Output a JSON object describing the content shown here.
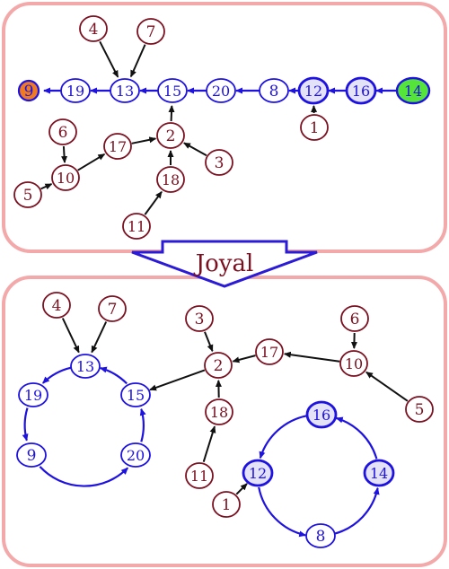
{
  "transform_label": "Joyal",
  "colors": {
    "frame": "#f3a9a9",
    "blue": "#1e12e0",
    "maroon": "#7a1020",
    "black": "#111111",
    "start_fill": "#f07a22",
    "end_fill": "#55e43a",
    "spine_fill": "#e4e2f6",
    "arrow_fill": "#ffffff",
    "arrow_stroke": "#2b1bd6",
    "white": "#ffffff"
  },
  "top_panel": {
    "nodes": [
      {
        "id": "9",
        "kind": "start"
      },
      {
        "id": "19",
        "kind": "blue"
      },
      {
        "id": "13",
        "kind": "blue"
      },
      {
        "id": "15",
        "kind": "blue"
      },
      {
        "id": "20",
        "kind": "blue"
      },
      {
        "id": "8",
        "kind": "blue"
      },
      {
        "id": "12",
        "kind": "blue-thick"
      },
      {
        "id": "16",
        "kind": "blue-thick"
      },
      {
        "id": "14",
        "kind": "end"
      },
      {
        "id": "4",
        "kind": "maroon"
      },
      {
        "id": "7",
        "kind": "maroon"
      },
      {
        "id": "1",
        "kind": "maroon"
      },
      {
        "id": "2",
        "kind": "maroon"
      },
      {
        "id": "17",
        "kind": "maroon"
      },
      {
        "id": "3",
        "kind": "maroon"
      },
      {
        "id": "18",
        "kind": "maroon"
      },
      {
        "id": "11",
        "kind": "maroon"
      },
      {
        "id": "10",
        "kind": "maroon"
      },
      {
        "id": "6",
        "kind": "maroon"
      },
      {
        "id": "5",
        "kind": "maroon"
      }
    ],
    "edges": [
      {
        "from": "14",
        "to": "16",
        "kind": "blue"
      },
      {
        "from": "16",
        "to": "12",
        "kind": "blue"
      },
      {
        "from": "12",
        "to": "8",
        "kind": "blue"
      },
      {
        "from": "8",
        "to": "20",
        "kind": "blue"
      },
      {
        "from": "20",
        "to": "15",
        "kind": "blue"
      },
      {
        "from": "15",
        "to": "13",
        "kind": "blue"
      },
      {
        "from": "13",
        "to": "19",
        "kind": "blue"
      },
      {
        "from": "19",
        "to": "9",
        "kind": "blue"
      },
      {
        "from": "4",
        "to": "13",
        "kind": "black"
      },
      {
        "from": "7",
        "to": "13",
        "kind": "black"
      },
      {
        "from": "1",
        "to": "12",
        "kind": "black"
      },
      {
        "from": "2",
        "to": "15",
        "kind": "black"
      },
      {
        "from": "17",
        "to": "2",
        "kind": "black"
      },
      {
        "from": "3",
        "to": "2",
        "kind": "black"
      },
      {
        "from": "18",
        "to": "2",
        "kind": "black"
      },
      {
        "from": "11",
        "to": "18",
        "kind": "black"
      },
      {
        "from": "10",
        "to": "17",
        "kind": "black"
      },
      {
        "from": "6",
        "to": "10",
        "kind": "black"
      },
      {
        "from": "5",
        "to": "10",
        "kind": "black"
      }
    ]
  },
  "bottom_panel": {
    "nodes": [
      {
        "id": "13",
        "kind": "blue"
      },
      {
        "id": "19",
        "kind": "blue"
      },
      {
        "id": "9",
        "kind": "blue"
      },
      {
        "id": "20",
        "kind": "blue"
      },
      {
        "id": "15",
        "kind": "blue"
      },
      {
        "id": "4",
        "kind": "maroon"
      },
      {
        "id": "7",
        "kind": "maroon"
      },
      {
        "id": "3",
        "kind": "maroon"
      },
      {
        "id": "2",
        "kind": "maroon"
      },
      {
        "id": "17",
        "kind": "maroon"
      },
      {
        "id": "18",
        "kind": "maroon"
      },
      {
        "id": "11",
        "kind": "maroon"
      },
      {
        "id": "6",
        "kind": "maroon"
      },
      {
        "id": "10",
        "kind": "maroon"
      },
      {
        "id": "5",
        "kind": "maroon"
      },
      {
        "id": "16",
        "kind": "blue-thick"
      },
      {
        "id": "12",
        "kind": "blue-thick"
      },
      {
        "id": "14",
        "kind": "blue-thick"
      },
      {
        "id": "8",
        "kind": "blue"
      },
      {
        "id": "1",
        "kind": "maroon"
      }
    ],
    "edges": [
      {
        "from": "4",
        "to": "13",
        "kind": "black"
      },
      {
        "from": "7",
        "to": "13",
        "kind": "black"
      },
      {
        "from": "3",
        "to": "2",
        "kind": "black"
      },
      {
        "from": "2",
        "to": "15",
        "kind": "black"
      },
      {
        "from": "17",
        "to": "2",
        "kind": "black"
      },
      {
        "from": "18",
        "to": "2",
        "kind": "black"
      },
      {
        "from": "11",
        "to": "18",
        "kind": "black"
      },
      {
        "from": "10",
        "to": "17",
        "kind": "black"
      },
      {
        "from": "6",
        "to": "10",
        "kind": "black"
      },
      {
        "from": "5",
        "to": "10",
        "kind": "black"
      },
      {
        "from": "1",
        "to": "12",
        "kind": "black"
      },
      {
        "from": "13",
        "to": "19",
        "kind": "blue-arc"
      },
      {
        "from": "19",
        "to": "9",
        "kind": "blue-arc"
      },
      {
        "from": "9",
        "to": "20",
        "kind": "blue-arc"
      },
      {
        "from": "20",
        "to": "15",
        "kind": "blue-arc"
      },
      {
        "from": "15",
        "to": "13",
        "kind": "blue-arc"
      },
      {
        "from": "16",
        "to": "12",
        "kind": "blue-arc"
      },
      {
        "from": "12",
        "to": "8",
        "kind": "blue-arc"
      },
      {
        "from": "8",
        "to": "14",
        "kind": "blue-arc"
      },
      {
        "from": "14",
        "to": "16",
        "kind": "blue-arc"
      }
    ]
  }
}
